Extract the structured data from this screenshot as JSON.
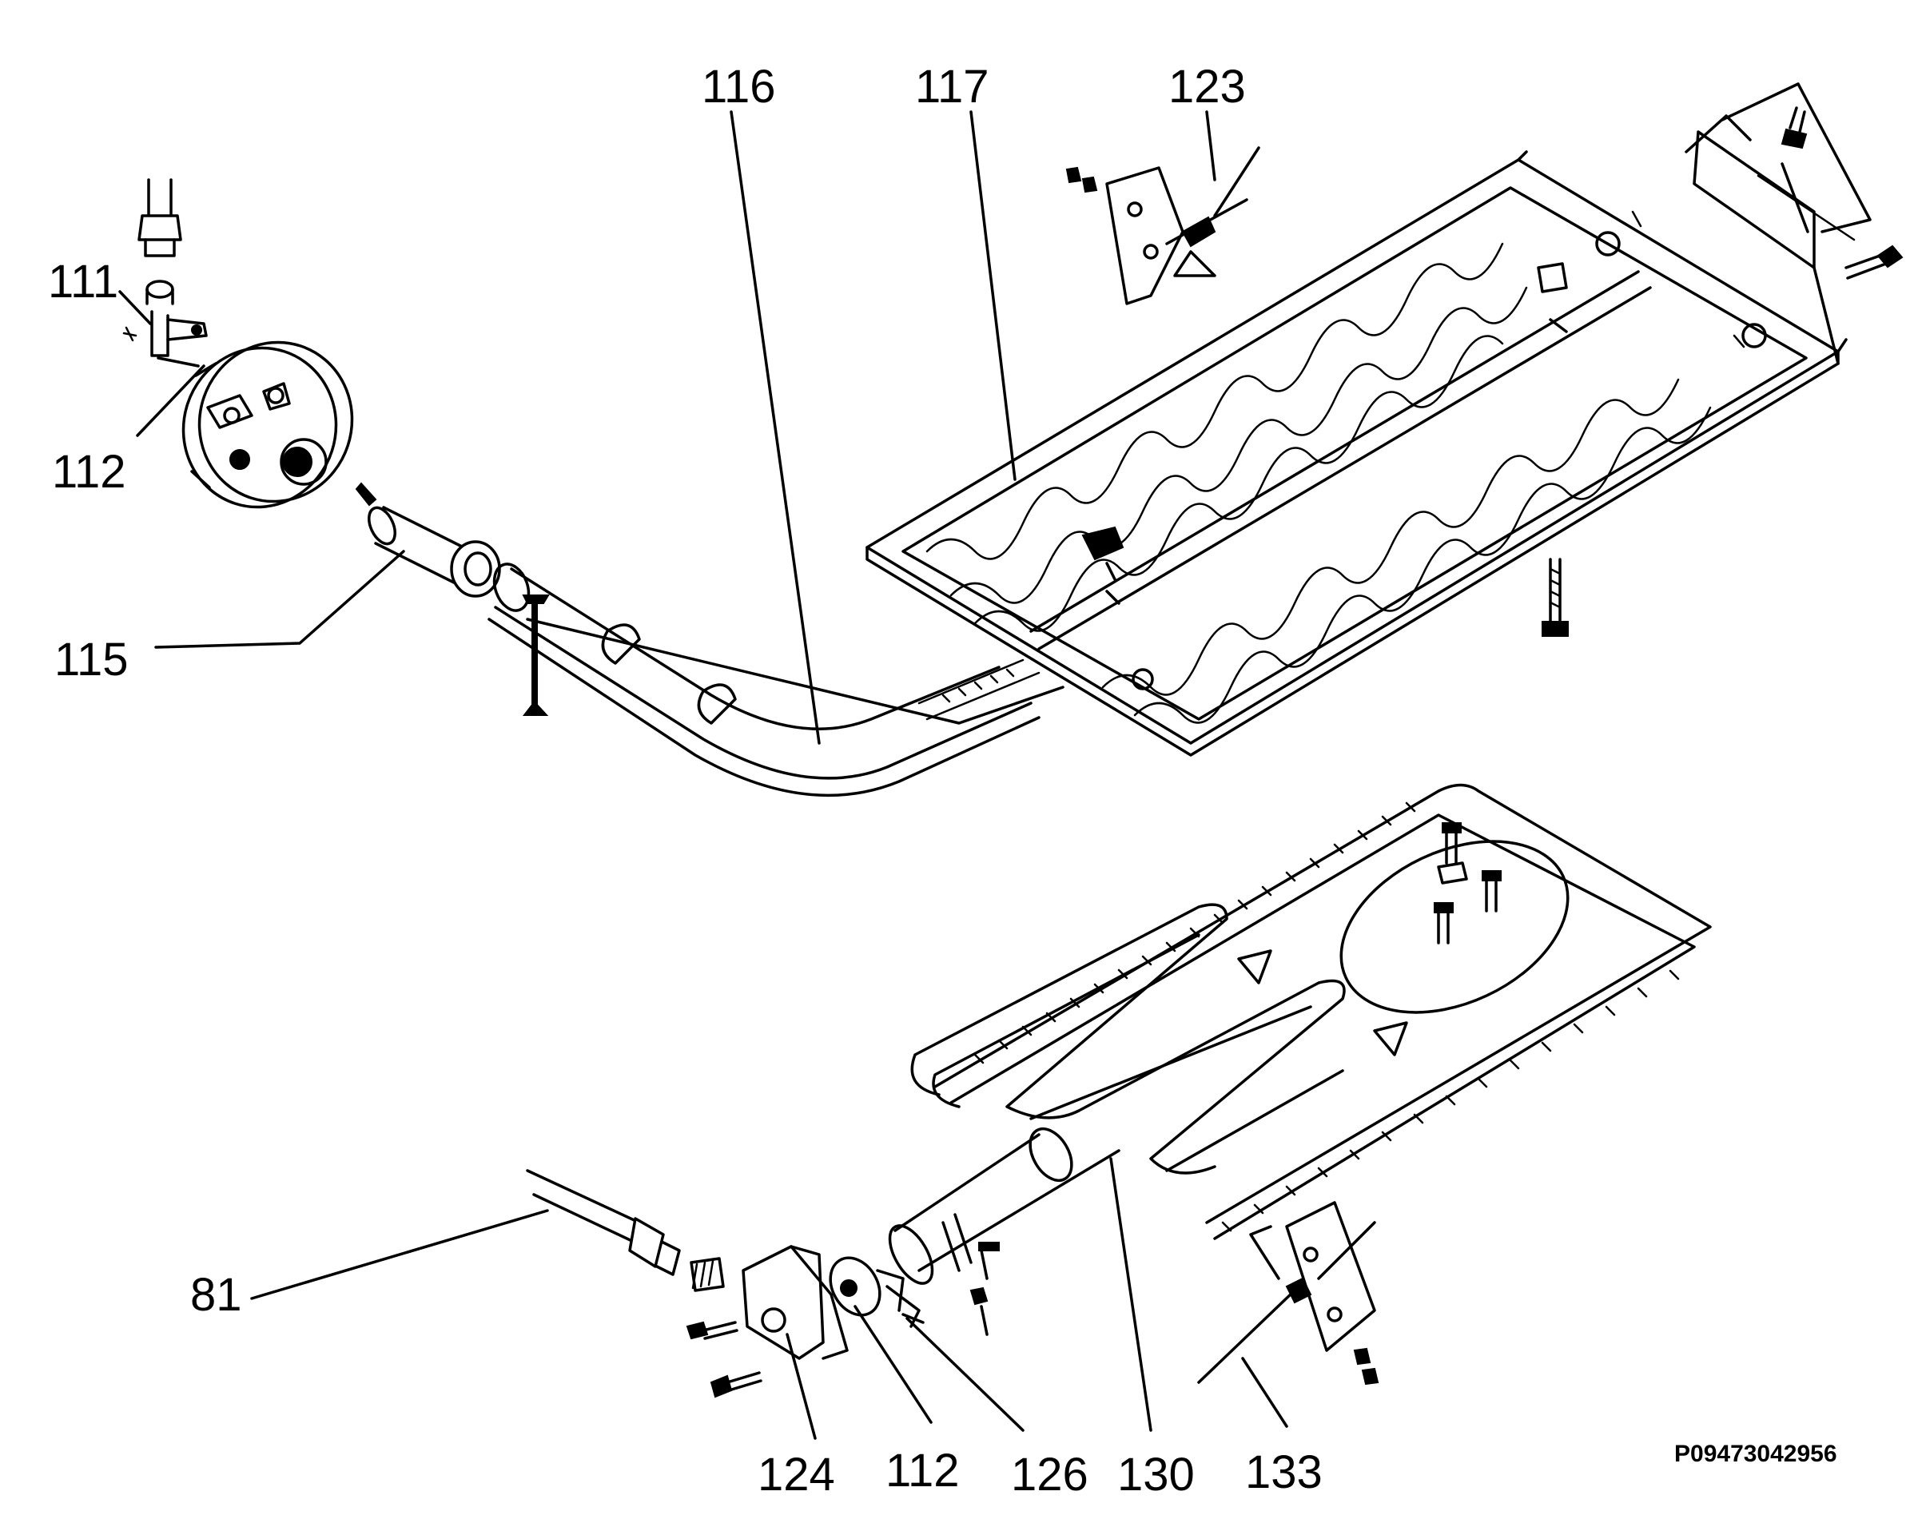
{
  "callouts": [
    {
      "id": "c111",
      "text": "111"
    },
    {
      "id": "c112a",
      "text": "112"
    },
    {
      "id": "c115",
      "text": "115"
    },
    {
      "id": "c116",
      "text": "116"
    },
    {
      "id": "c117",
      "text": "117"
    },
    {
      "id": "c123",
      "text": "123"
    },
    {
      "id": "c81",
      "text": "81"
    },
    {
      "id": "c124",
      "text": "124"
    },
    {
      "id": "c112b",
      "text": "112"
    },
    {
      "id": "c126",
      "text": "126"
    },
    {
      "id": "c130",
      "text": "130"
    },
    {
      "id": "c133",
      "text": "133"
    }
  ],
  "drawing_code": "P09473042956"
}
